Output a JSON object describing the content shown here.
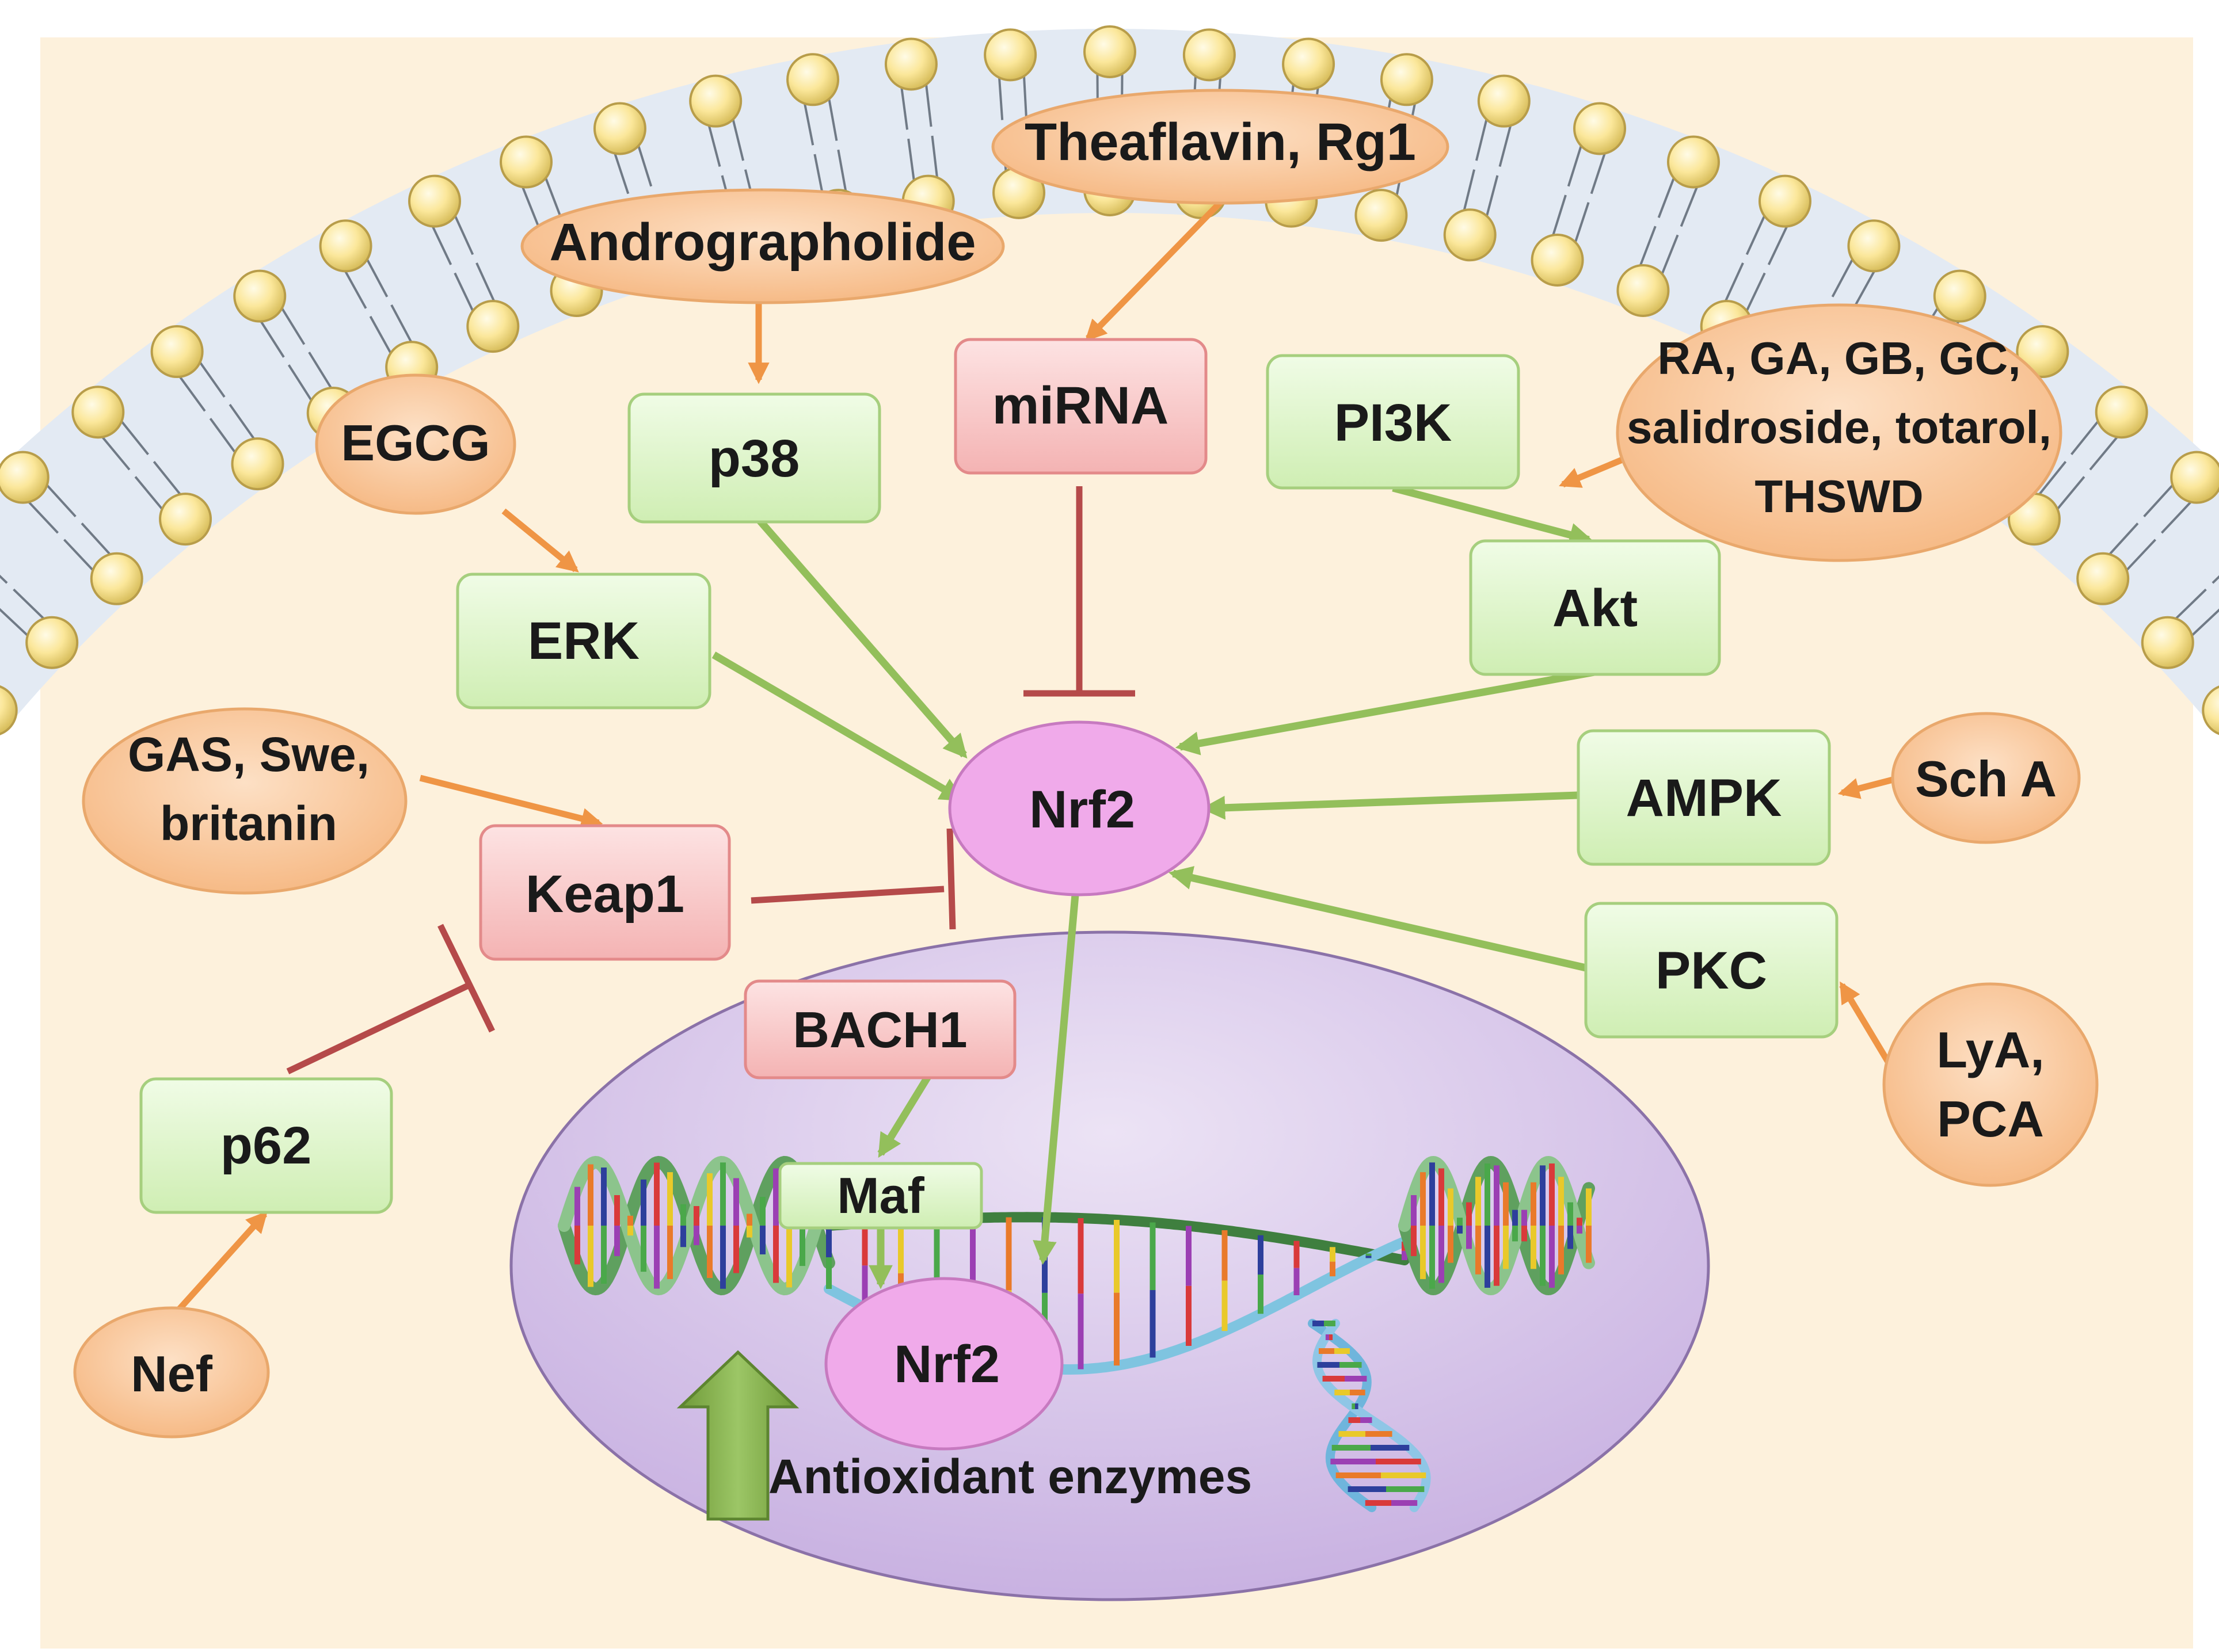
{
  "title": "",
  "nodes": {
    "theaflavin": "Theaflavin, Rg1",
    "andrographolide": "Andrographolide",
    "egcg": "EGCG",
    "p38": "p38",
    "mirna": "miRNA",
    "pi3k": "PI3K",
    "ra_line1": "RA, GA, GB, GC,",
    "ra_line2": "salidroside, totarol,",
    "ra_line3": "THSWD",
    "erk": "ERK",
    "akt": "Akt",
    "gas_line1": "GAS, Swe,",
    "gas_line2": "britanin",
    "nrf2_cyto": "Nrf2",
    "ampk": "AMPK",
    "scha": "Sch A",
    "keap1": "Keap1",
    "pkc": "PKC",
    "lya_line1": "LyA,",
    "lya_line2": "PCA",
    "bach1": "BACH1",
    "p62": "p62",
    "maf": "Maf",
    "nrf2_nuc": "Nrf2",
    "nef": "Nef",
    "antioxidant": "Antioxidant enzymes"
  },
  "colors": {
    "cytoplasm": "#fdf1dc",
    "membrane_bg": "#e2e9f2",
    "lipid_head": "#fbe79a",
    "nucleus": "#dcc9ea",
    "green_box": "#d9f3c4",
    "red_box": "#f7c4c4",
    "orange_ellipse": "#f7c193",
    "nrf2": "#f0aaea",
    "activation_arrow": "#93bf5b",
    "compound_arrow": "#ef9545",
    "inhibition": "#b54a4a"
  }
}
